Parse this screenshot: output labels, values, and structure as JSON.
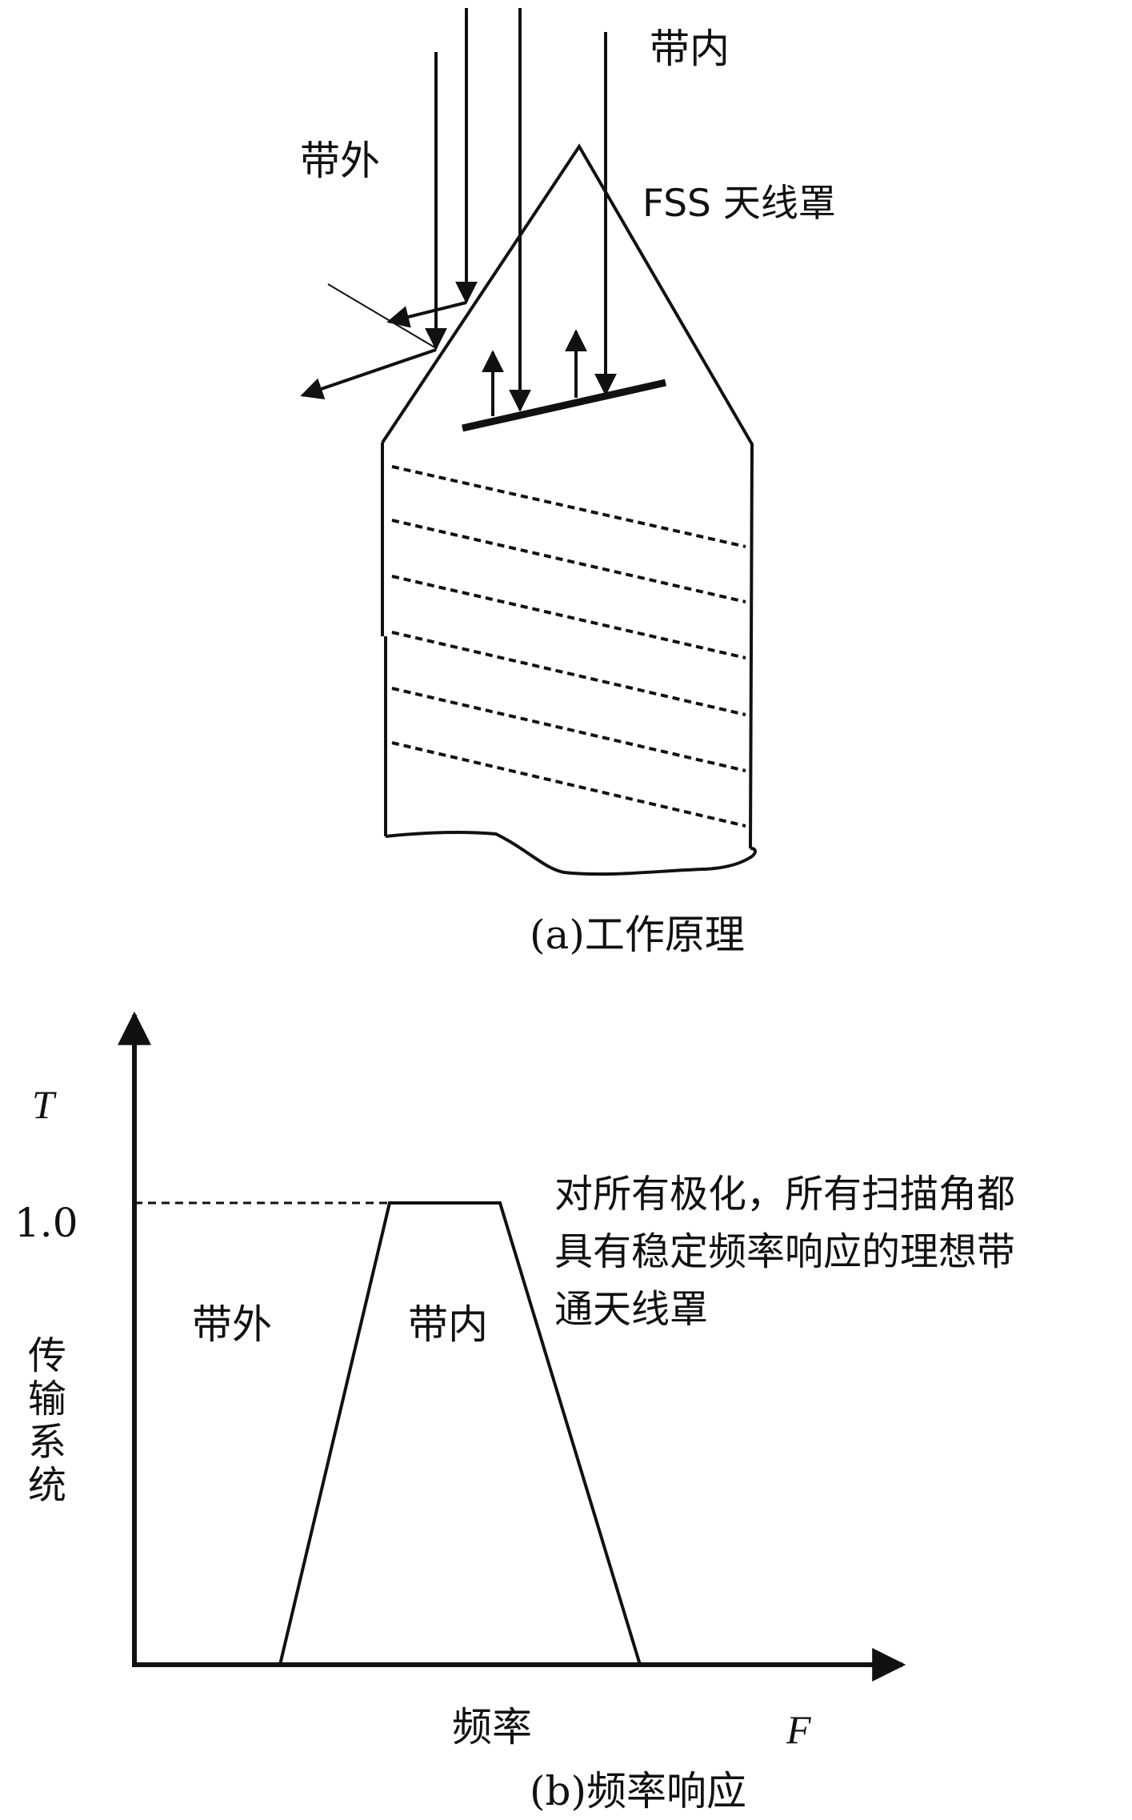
{
  "part_a": {
    "label_in_band": "带内",
    "label_out_band": "带外",
    "label_radome": "FSS 天线罩",
    "caption": "(a)工作原理"
  },
  "part_b": {
    "y_axis_symbol": "T",
    "y_tick": "1.0",
    "y_axis_title": [
      "传",
      "输",
      "系",
      "统"
    ],
    "x_axis_title": "频率",
    "x_axis_symbol": "F",
    "region_out_band": "带外",
    "region_in_band": "带内",
    "annotation_lines": [
      "对所有极化，所有扫描角都",
      "具有稳定频率响应的理想带",
      "通天线罩"
    ],
    "caption": "(b)频率响应"
  }
}
